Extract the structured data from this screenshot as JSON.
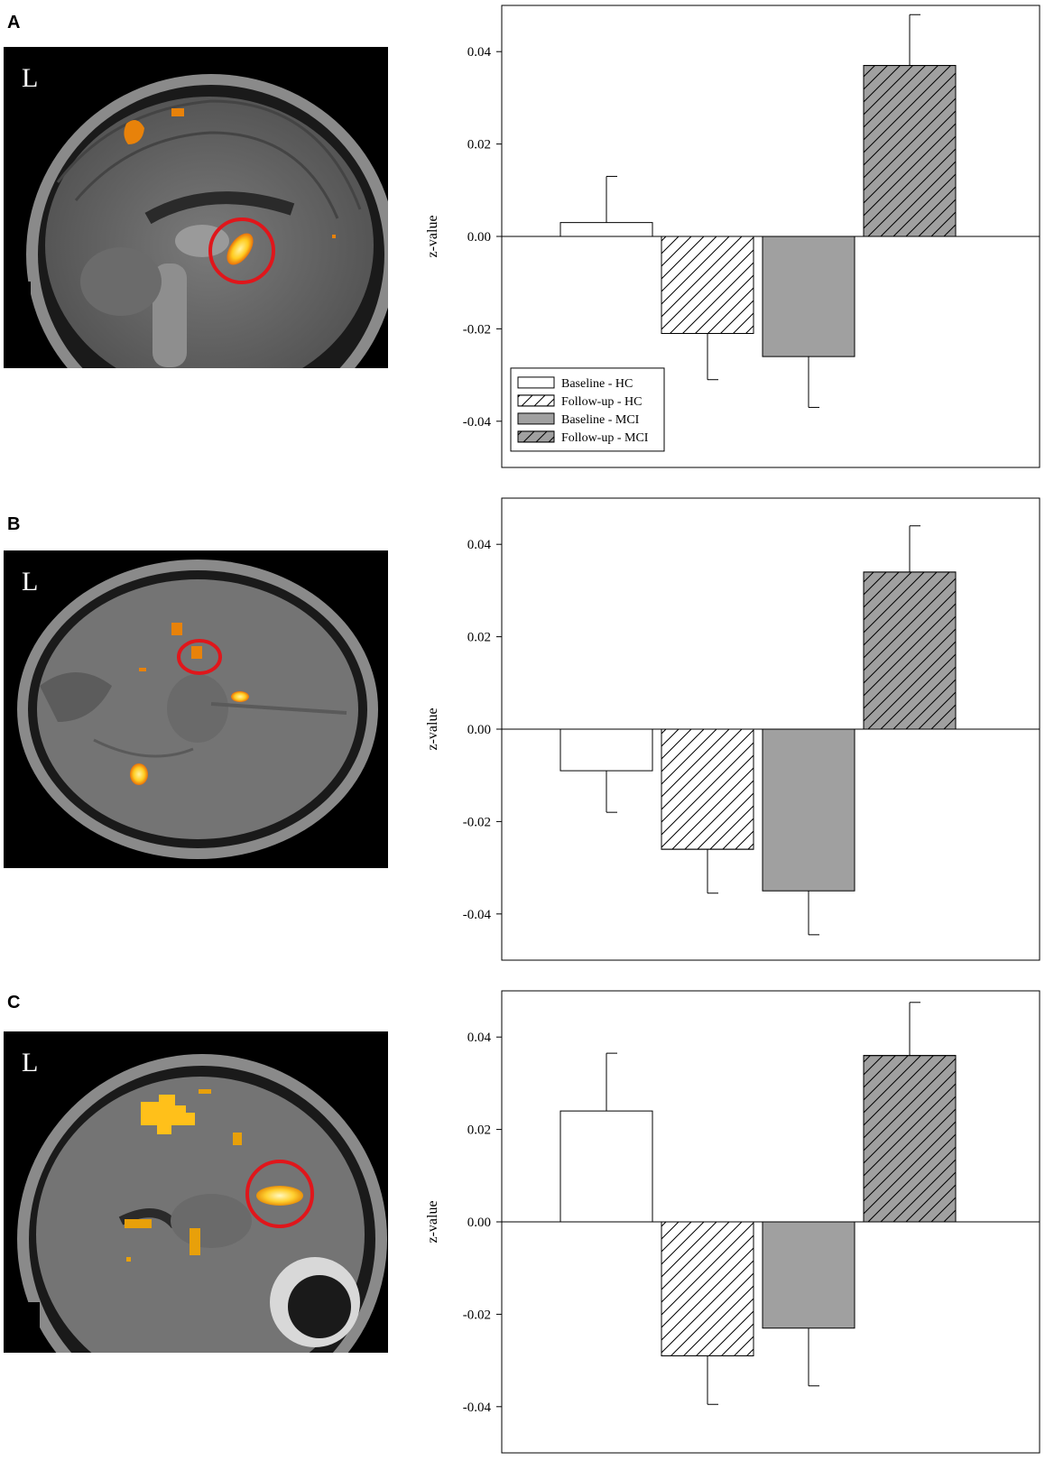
{
  "panels": [
    {
      "letter": "A",
      "side_label": "L",
      "view": "sagittal"
    },
    {
      "letter": "B",
      "side_label": "L",
      "view": "axial"
    },
    {
      "letter": "C",
      "side_label": "L",
      "view": "sagittal-lateral"
    }
  ],
  "chart_data": [
    {
      "type": "bar",
      "ylabel": "z-value",
      "ylim": [
        -0.05,
        0.05
      ],
      "yticks": [
        -0.04,
        -0.02,
        0.0,
        0.02,
        0.04
      ],
      "ytick_labels": [
        "-0.04",
        "-0.02",
        "0.00",
        "0.02",
        "0.04"
      ],
      "categories": [
        "Baseline - HC",
        "Follow-up - HC",
        "Baseline - MCI",
        "Follow-up - MCI"
      ],
      "values": [
        0.003,
        -0.021,
        -0.026,
        0.037
      ],
      "errors": [
        0.01,
        0.01,
        0.011,
        0.011
      ],
      "legend": {
        "position": "bottom-left",
        "entries": [
          "Baseline - HC",
          "Follow-up - HC",
          "Baseline - MCI",
          "Follow-up - MCI"
        ]
      },
      "grid": false
    },
    {
      "type": "bar",
      "ylabel": "z-value",
      "ylim": [
        -0.05,
        0.05
      ],
      "yticks": [
        -0.04,
        -0.02,
        0.0,
        0.02,
        0.04
      ],
      "ytick_labels": [
        "-0.04",
        "-0.02",
        "0.00",
        "0.02",
        "0.04"
      ],
      "categories": [
        "Baseline - HC",
        "Follow-up - HC",
        "Baseline - MCI",
        "Follow-up - MCI"
      ],
      "values": [
        -0.009,
        -0.026,
        -0.035,
        0.034
      ],
      "errors": [
        0.009,
        0.0095,
        0.0095,
        0.01
      ],
      "grid": false
    },
    {
      "type": "bar",
      "ylabel": "z-value",
      "ylim": [
        -0.05,
        0.05
      ],
      "yticks": [
        -0.04,
        -0.02,
        0.0,
        0.02,
        0.04
      ],
      "ytick_labels": [
        "-0.04",
        "-0.02",
        "0.00",
        "0.02",
        "0.04"
      ],
      "categories": [
        "Baseline - HC",
        "Follow-up - HC",
        "Baseline - MCI",
        "Follow-up - MCI"
      ],
      "values": [
        0.024,
        -0.029,
        -0.023,
        0.036
      ],
      "errors": [
        0.0125,
        0.0105,
        0.0125,
        0.0115
      ],
      "grid": false
    }
  ],
  "series_styles": [
    {
      "fill": "#ffffff",
      "hatch": false
    },
    {
      "fill": "#ffffff",
      "hatch": true
    },
    {
      "fill": "#a0a0a0",
      "hatch": false
    },
    {
      "fill": "#a0a0a0",
      "hatch": true
    }
  ],
  "colors": {
    "blob_outer": "#e8820a",
    "blob_inner": "#ffe040",
    "roi_circle": "#e0161b"
  }
}
